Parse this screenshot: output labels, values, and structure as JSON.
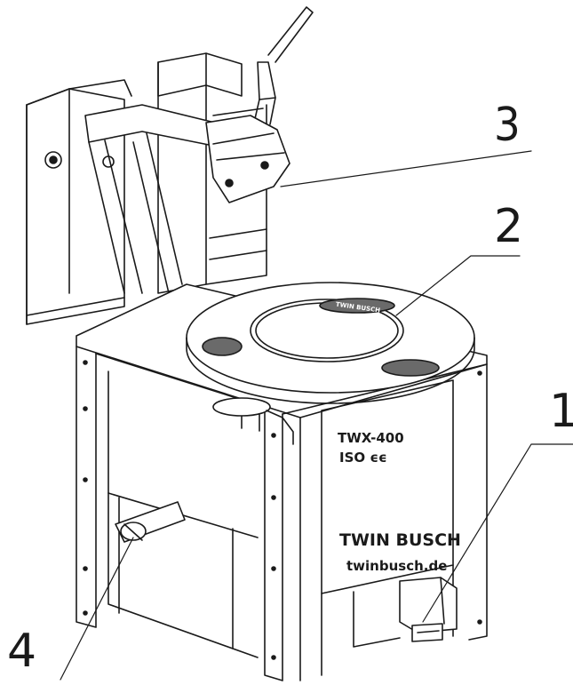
{
  "diagram": {
    "callouts": [
      {
        "label": "1",
        "part": "foot-pedal"
      },
      {
        "label": "2",
        "part": "turntable"
      },
      {
        "label": "3",
        "part": "bead-breaker-shoe"
      },
      {
        "label": "4",
        "part": "bead-breaker-cylinder"
      }
    ],
    "panel": {
      "model": "TWX-400",
      "cert": "ISO ϵϵ",
      "brand": "TWIN BUSCH",
      "url": "twinbusch.de"
    },
    "turntable_logo": "TWIN BUSCH"
  },
  "colors": {
    "line": "#1a1a1a",
    "shade": "#6a6a6a",
    "paper": "#ffffff"
  }
}
